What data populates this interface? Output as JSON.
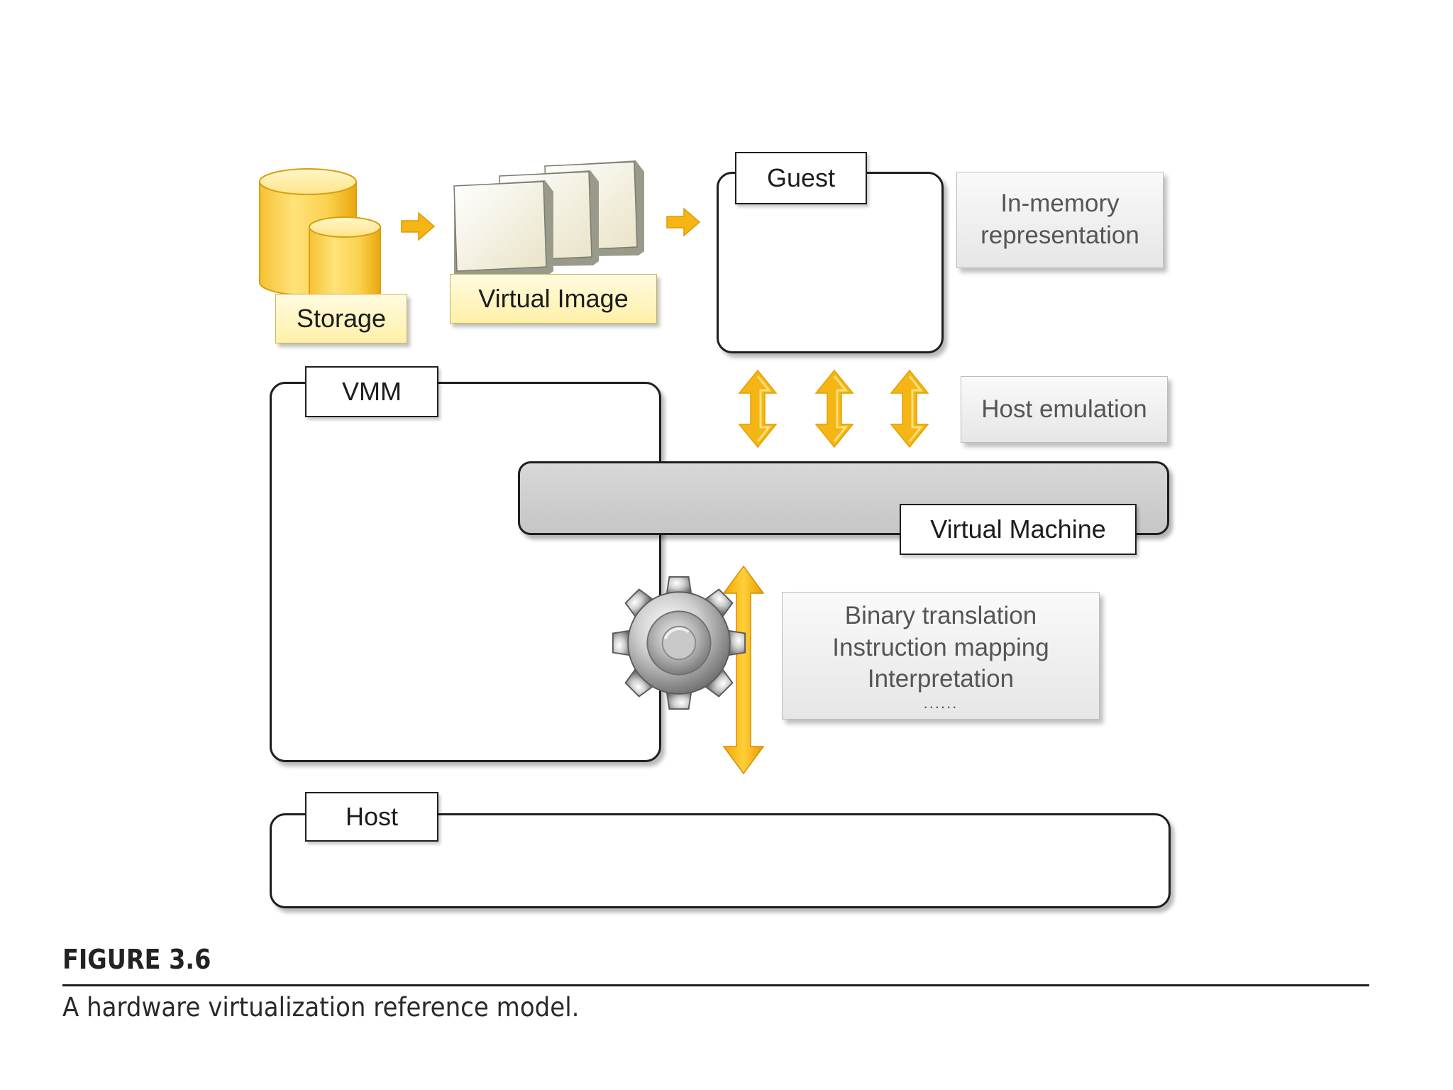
{
  "diagram": {
    "guest_label": "Guest",
    "in_memory_lines": [
      "In-memory",
      "representation"
    ],
    "storage_label": "Storage",
    "virtual_image_label": "Virtual Image",
    "vmm_label": "VMM",
    "host_emulation_label": "Host emulation",
    "virtual_machine_label": "Virtual Machine",
    "techniques": [
      "Binary translation",
      "Instruction mapping",
      "Interpretation",
      "......"
    ],
    "host_label": "Host",
    "colors": {
      "accent_yellow": "#f5b514",
      "frame_border": "#1e1e1e",
      "callout_text": "#555555",
      "vm_bar": "#cfcfcf"
    },
    "icons": [
      "storage-cylinders-icon",
      "virtual-image-stack-icon",
      "gear-icon",
      "arrow-right-icon",
      "double-arrow-vertical-icon"
    ]
  },
  "caption": {
    "figure_label": "FIGURE 3.6",
    "text": "A hardware virtualization reference model."
  }
}
